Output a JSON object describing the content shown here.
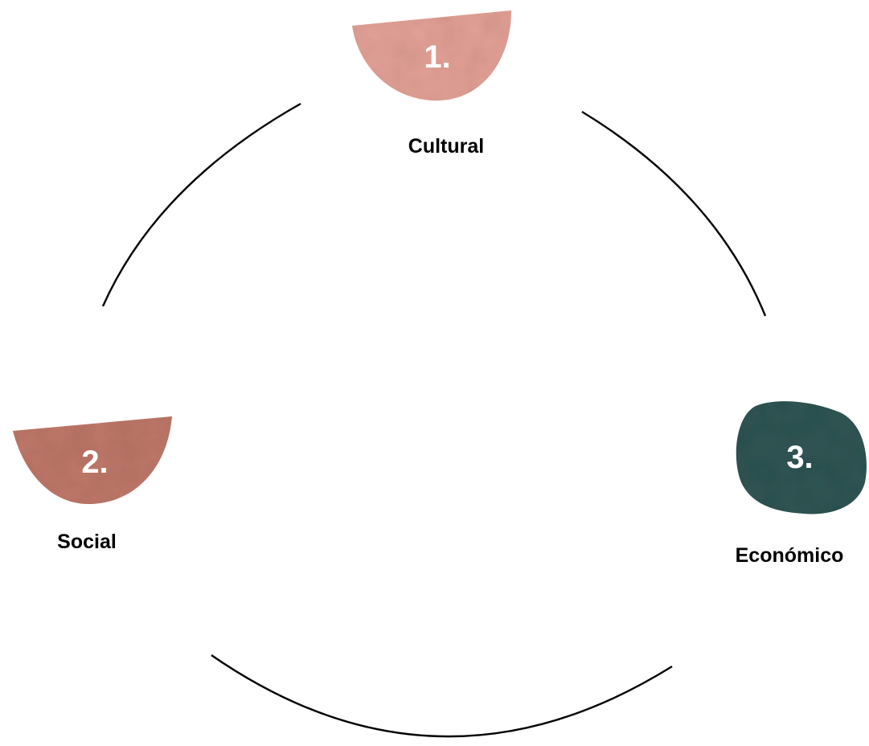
{
  "nodes": [
    {
      "id": "cultural",
      "number": "1.",
      "label": "Cultural",
      "color": "#E4A196",
      "shape": "half-circle"
    },
    {
      "id": "social",
      "number": "2.",
      "label": "Social",
      "color": "#BF7869",
      "shape": "half-circle"
    },
    {
      "id": "economico",
      "number": "3.",
      "label": "Económico",
      "color": "#2F5554",
      "shape": "blob"
    }
  ],
  "connector_color": "#000000"
}
